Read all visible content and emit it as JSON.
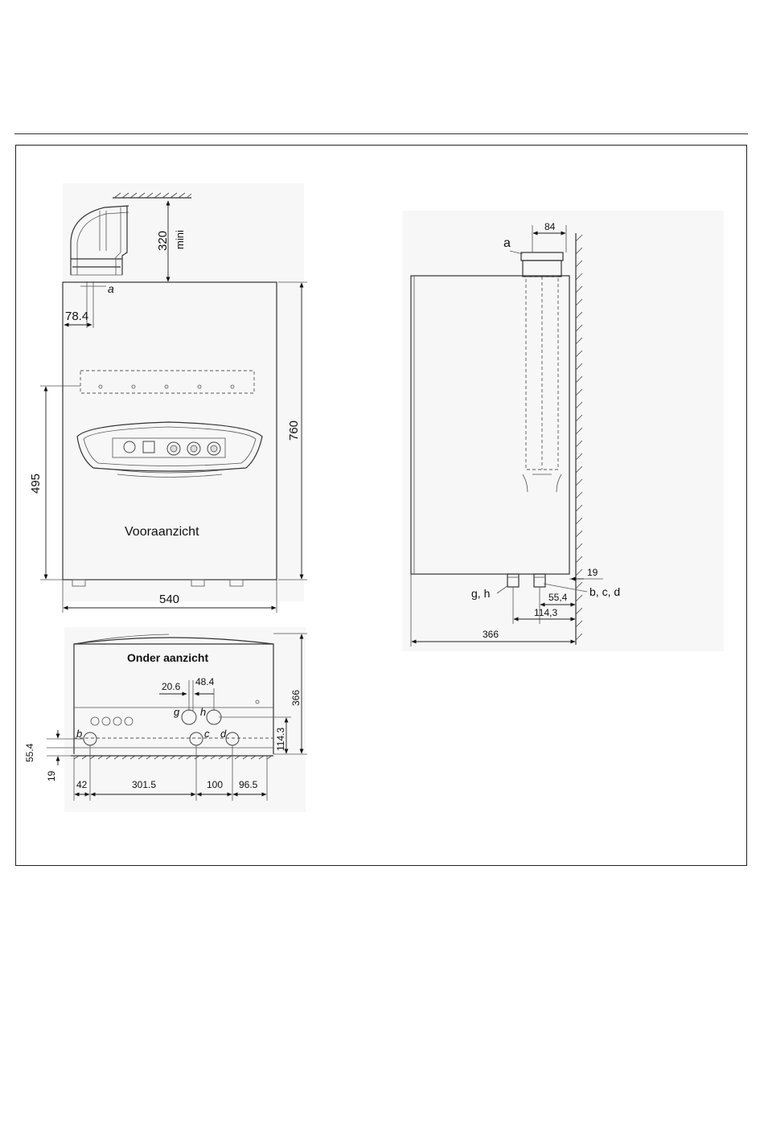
{
  "front_view": {
    "caption": "Vooraanzicht",
    "dim_clearance": "320",
    "dim_clearance_note": "mini",
    "label_flue": "a",
    "dim_flue_offset": "78.4",
    "dim_height": "760",
    "dim_bracket_height": "495",
    "dim_width": "540"
  },
  "bottom_view": {
    "caption": "Onder aanzicht",
    "dim_depth": "366",
    "dim_pipe_height": "114.3",
    "dim_gh_spacing": "20.6",
    "dim_gh_spacing2": "48.4",
    "dim_row_offset": "55.4",
    "dim_base": "19",
    "dim_left": "42",
    "dim_b_c": "301.5",
    "dim_c_d": "100",
    "dim_right": "96.5",
    "label_b": "b",
    "label_c": "c",
    "label_d": "d",
    "label_g": "g",
    "label_h": "h"
  },
  "side_view": {
    "label_flue": "a",
    "dim_flue_width": "84",
    "dim_wall_gap": "19",
    "label_bcd": "b, c, d",
    "label_gh": "g, h",
    "dim_bcd_offset": "55,4",
    "dim_gh_offset": "114,3",
    "dim_depth": "366"
  }
}
